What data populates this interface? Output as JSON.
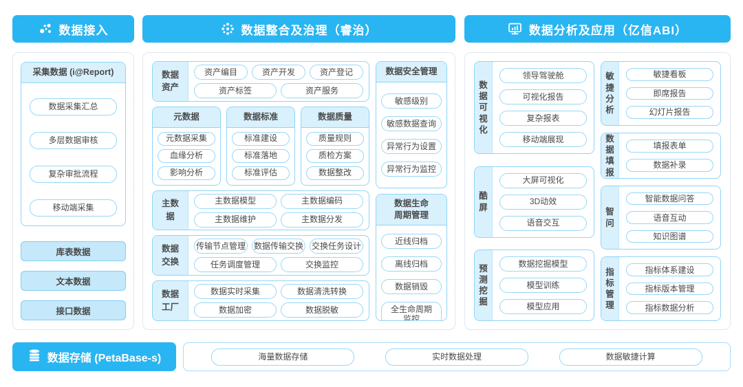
{
  "colors": {
    "header_blue": "#29b5f2",
    "panel_border": "#8fd4f7",
    "panel_header_bg": "#d9f1fd",
    "filled_button_bg": "#c5e9fb",
    "text": "#4a4a4a"
  },
  "access": {
    "title": "数据接入",
    "collect": {
      "title": "采集数据 (i@Report)",
      "items": [
        "数据采集汇总",
        "多层数据审核",
        "复杂审批流程",
        "移动端采集"
      ]
    },
    "sources": [
      "库表数据",
      "文本数据",
      "接口数据"
    ]
  },
  "governance": {
    "title": "数据整合及治理（睿治）",
    "asset": {
      "label": "数据资产",
      "row1": [
        "资产编目",
        "资产开发",
        "资产登记"
      ],
      "row2": [
        "资产标签",
        "资产服务"
      ]
    },
    "panels": [
      {
        "title": "元数据",
        "items": [
          "元数据采集",
          "血缘分析",
          "影响分析"
        ]
      },
      {
        "title": "数据标准",
        "items": [
          "标准建设",
          "标准落地",
          "标准评估"
        ]
      },
      {
        "title": "数据质量",
        "items": [
          "质量规则",
          "质检方案",
          "数据整改"
        ]
      }
    ],
    "master": {
      "label": "主数据",
      "row1": [
        "主数据模型",
        "主数据编码"
      ],
      "row2": [
        "主数据维护",
        "主数据分发"
      ]
    },
    "exchange": {
      "label": "数据交换",
      "row1": [
        "传输节点管理",
        "数据传输交换",
        "交换任务设计"
      ],
      "row2": [
        "任务调度管理",
        "交换监控"
      ]
    },
    "factory": {
      "label": "数据工厂",
      "row1": [
        "数据实时采集",
        "数据清洗转换"
      ],
      "row2": [
        "数据加密",
        "数据脱敏"
      ]
    },
    "security": {
      "title": "数据安全管理",
      "items": [
        "敏感级别",
        "敏感数据查询",
        "异常行为设置",
        "异常行为监控"
      ]
    },
    "lifecycle": {
      "title": "数据生命周期管理",
      "items": [
        "近线归档",
        "离线归档",
        "数据销毁",
        "全生命周期监控"
      ]
    }
  },
  "analysis": {
    "title": "数据分析及应用（亿信ABI）",
    "left": [
      {
        "label": "数据可视化",
        "items": [
          "领导驾驶舱",
          "可视化报告",
          "复杂报表",
          "移动端展现"
        ]
      },
      {
        "label": "酷屏",
        "items": [
          "大屏可视化",
          "3D动效",
          "语音交互"
        ]
      },
      {
        "label": "预测挖掘",
        "items": [
          "数据挖掘模型",
          "模型训练",
          "模型应用"
        ]
      }
    ],
    "right": [
      {
        "label": "敏捷分析",
        "items": [
          "敏捷看板",
          "即席报告",
          "幻灯片报告"
        ]
      },
      {
        "label": "数据填报",
        "items": [
          "填报表单",
          "数据补录"
        ]
      },
      {
        "label": "智问",
        "items": [
          "智能数据问答",
          "语音互动",
          "知识图谱"
        ]
      },
      {
        "label": "指标管理",
        "items": [
          "指标体系建设",
          "指标版本管理",
          "指标数据分析"
        ]
      }
    ]
  },
  "storage": {
    "title": "数据存储 (PetaBase-s)",
    "items": [
      "海量数据存储",
      "实时数据处理",
      "数据敏捷计算"
    ]
  }
}
